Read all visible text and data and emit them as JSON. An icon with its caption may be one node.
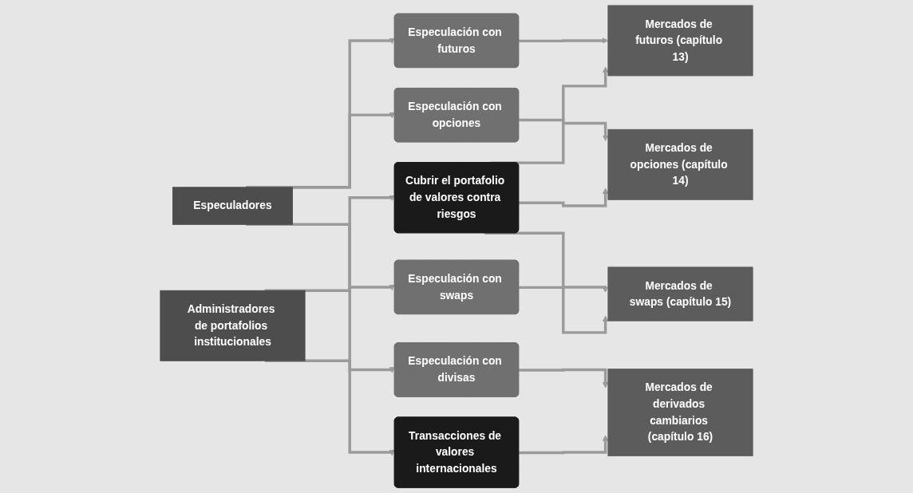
{
  "diagram": {
    "nodes": [
      {
        "text": [
          "Administradores de portafolios institucionales"
        ]
      },
      {
        "text": [
          "Cubrir el portafolio de valores contra riesgos"
        ]
      },
      {
        "text": [
          "Transacciones de valores internacionales"
        ]
      },
      {
        "text": [
          "Mercados de futuros (capítulo 13)"
        ]
      },
      {
        "text": [
          "Mercados de opciones (capítulo 14)"
        ]
      },
      {
        "text": [
          "Mercados de swaps (capítulo 15)"
        ]
      },
      {
        "text": [
          "Mercados de derivados cambiarios (capítulo 16)"
        ]
      },
      {
        "text": [
          "Especulación con futuros"
        ]
      },
      {
        "text": [
          "Especulación con opciones"
        ]
      },
      {
        "text": [
          "Especulación con swaps"
        ]
      },
      {
        "text": [
          "Especulación con divisas"
        ]
      },
      {
        "text": [
          "Especuladores"
        ]
      }
    ],
    "edges": [
      {
        "from": 0,
        "to": 1,
        "arrow": "to"
      },
      {
        "from": 0,
        "to": 2,
        "arrow": "to"
      },
      {
        "from": 1,
        "to": 3,
        "arrow": "to"
      },
      {
        "from": 1,
        "to": 4,
        "arrow": "to"
      },
      {
        "from": 1,
        "to": 5,
        "arrow": "to"
      },
      {
        "from": 2,
        "to": 6,
        "arrow": "to"
      },
      {
        "from": 7,
        "to": 3,
        "arrow": "to"
      },
      {
        "from": 8,
        "to": 4,
        "arrow": "to"
      },
      {
        "from": 9,
        "to": 5,
        "arrow": "to"
      },
      {
        "from": 10,
        "to": 6,
        "arrow": "to"
      },
      {
        "from": 11,
        "to": 7,
        "arrow": "to"
      },
      {
        "from": 11,
        "to": 8,
        "arrow": "to"
      },
      {
        "from": 11,
        "to": 9,
        "arrow": "to"
      },
      {
        "from": 11,
        "to": 10,
        "arrow": "to"
      }
    ]
  }
}
